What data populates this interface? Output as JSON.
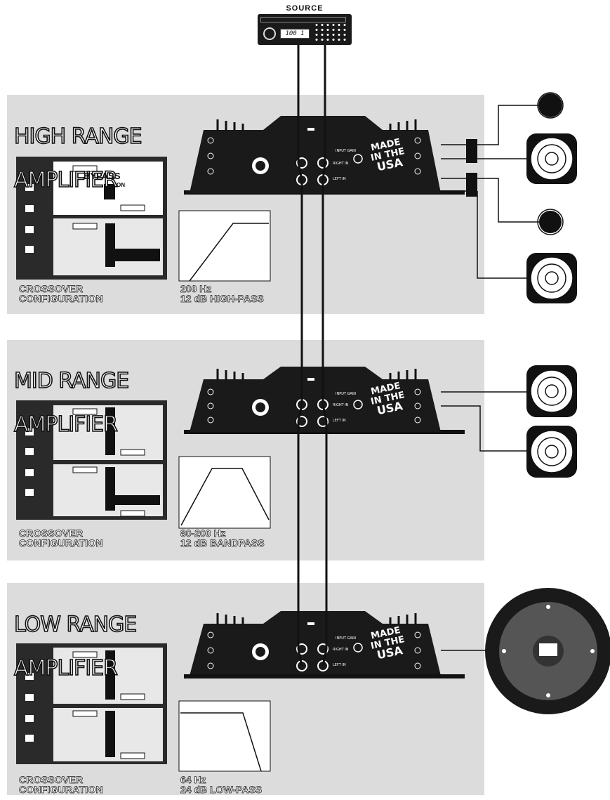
{
  "source": {
    "label": "SOURCE",
    "display": "100 1"
  },
  "sections": [
    {
      "title_line1": "HIGH RANGE",
      "title_line2": "AMPLIFIER",
      "caption_line1": "CROSSOVER",
      "caption_line2": "CONFIGURATION",
      "spec_line1": "200 Hz",
      "spec_line2": "12 dB HIGH-PASS",
      "bypass_label": "BYPASS",
      "bypass_on": "ON",
      "filter_type": "high-pass"
    },
    {
      "title_line1": "MID RANGE",
      "title_line2": "AMPLIFIER",
      "caption_line1": "CROSSOVER",
      "caption_line2": "CONFIGURATION",
      "spec_line1": "80-200 Hz",
      "spec_line2": "12 dB BANDPASS",
      "filter_type": "bandpass"
    },
    {
      "title_line1": "LOW RANGE",
      "title_line2": "AMPLIFIER",
      "caption_line1": "CROSSOVER",
      "caption_line2": "CONFIGURATION",
      "spec_line1": "64 Hz",
      "spec_line2": "24 dB LOW-PASS",
      "filter_type": "low-pass"
    }
  ],
  "amp_labels": {
    "made_line1": "MADE",
    "made_line2": "IN THE",
    "made_line3": "USA",
    "input_gain": "INPUT GAIN",
    "right_in": "RIGHT IN",
    "left_in": "LEFT IN"
  },
  "colors": {
    "panel": "#dcdcdc",
    "amp_body": "#1a1a1a",
    "line": "#111111"
  }
}
